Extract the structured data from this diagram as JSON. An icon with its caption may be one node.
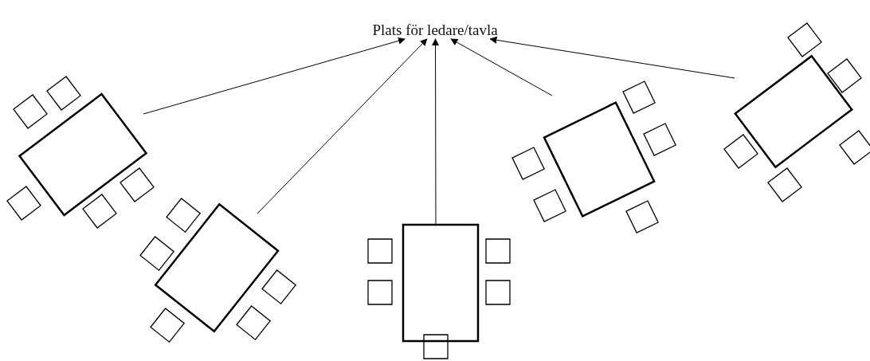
{
  "diagram": {
    "nodes": [
      {
        "text": [
          "Plats för ledare/tavla"
        ]
      },
      {
        "text": [],
        "shape": "box"
      },
      {
        "text": [],
        "shape": "box"
      },
      {
        "text": [],
        "shape": "box"
      },
      {
        "text": [],
        "shape": "box"
      },
      {
        "text": [],
        "shape": "box"
      }
    ],
    "edges": [
      {
        "from": 1,
        "to": 0,
        "arrow": "to"
      },
      {
        "from": 2,
        "to": 0,
        "arrow": "to"
      },
      {
        "from": 3,
        "to": 0,
        "arrow": "to"
      },
      {
        "from": 4,
        "to": 0,
        "arrow": "to"
      },
      {
        "from": 5,
        "to": 0,
        "arrow": "to"
      }
    ]
  }
}
